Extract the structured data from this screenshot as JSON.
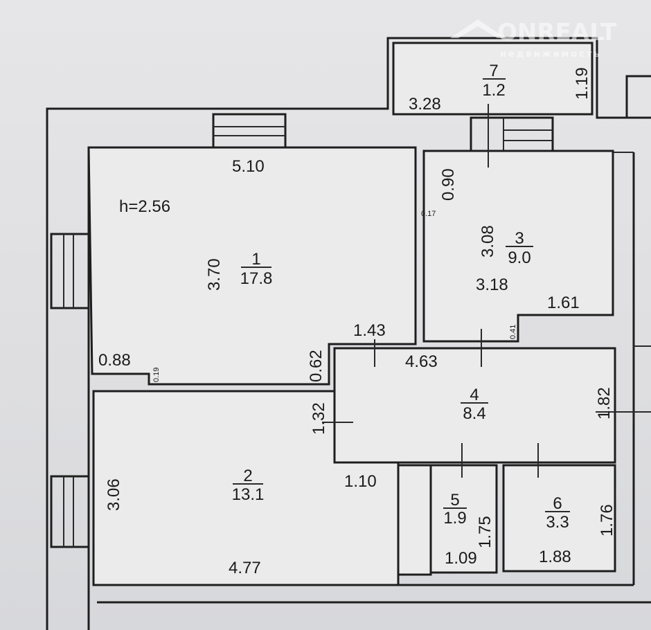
{
  "watermark": {
    "brand": "ONREALT",
    "tagline": "недвижимость"
  },
  "ceiling_height": "h=2.56",
  "rooms": [
    {
      "number": "1",
      "area": "17.8"
    },
    {
      "number": "2",
      "area": "13.1"
    },
    {
      "number": "3",
      "area": "9.0"
    },
    {
      "number": "4",
      "area": "8.4"
    },
    {
      "number": "5",
      "area": "1.9"
    },
    {
      "number": "6",
      "area": "3.3"
    },
    {
      "number": "7",
      "area": "1.2"
    }
  ],
  "dimensions": {
    "d510": "5.10",
    "d370": "3.70",
    "d088": "0.88",
    "d019": "0.19",
    "d062": "0.62",
    "d143": "1.43",
    "d463": "4.63",
    "d132": "1.32",
    "d306": "3.06",
    "d477": "4.77",
    "d110": "1.10",
    "d175": "1.75",
    "d109": "1.09",
    "d176": "1.76",
    "d188": "1.88",
    "d182": "1.82",
    "d308": "3.08",
    "d318": "3.18",
    "d161": "1.61",
    "d041": "0.41",
    "d090": "0.90",
    "d017": "0.17",
    "d328": "3.28",
    "d119": "1.19"
  }
}
